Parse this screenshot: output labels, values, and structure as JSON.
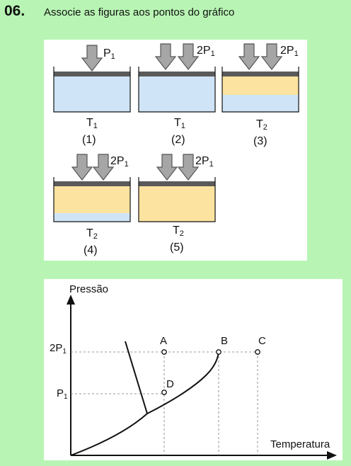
{
  "question": {
    "number": "06.",
    "prompt": "Associe as figuras aos pontos do gráfico"
  },
  "colors": {
    "background": "#b8f5b4",
    "panel": "#ffffff",
    "liquid": "#cfe4f6",
    "solid": "#fde3a0",
    "piston": "#5a5a5a",
    "arrow": "#a6a6a6"
  },
  "figures": [
    {
      "id": 1,
      "pressure": "P",
      "pressure_sub": "1",
      "temp": "T",
      "temp_sub": "1",
      "caption": "(1)",
      "solid_fraction": 0.0,
      "arrows": 1
    },
    {
      "id": 2,
      "pressure": "2P",
      "pressure_sub": "1",
      "temp": "T",
      "temp_sub": "1",
      "caption": "(2)",
      "solid_fraction": 0.0,
      "arrows": 2
    },
    {
      "id": 3,
      "pressure": "2P",
      "pressure_sub": "1",
      "temp": "T",
      "temp_sub": "2",
      "caption": "(3)",
      "solid_fraction": 0.5,
      "arrows": 2
    },
    {
      "id": 4,
      "pressure": "2P",
      "pressure_sub": "1",
      "temp": "T",
      "temp_sub": "2",
      "caption": "(4)",
      "solid_fraction": 0.8,
      "arrows": 2
    },
    {
      "id": 5,
      "pressure": "2P",
      "pressure_sub": "1",
      "temp": "T",
      "temp_sub": "2",
      "caption": "(5)",
      "solid_fraction": 1.0,
      "arrows": 2
    }
  ],
  "graph": {
    "y_label": "Pressão",
    "x_label": "Temperatura",
    "y_ticks": [
      {
        "text": "2P",
        "sub": "1"
      },
      {
        "text": "P",
        "sub": "1"
      }
    ],
    "points": [
      {
        "label": "A"
      },
      {
        "label": "B"
      },
      {
        "label": "C"
      },
      {
        "label": "D"
      }
    ]
  }
}
